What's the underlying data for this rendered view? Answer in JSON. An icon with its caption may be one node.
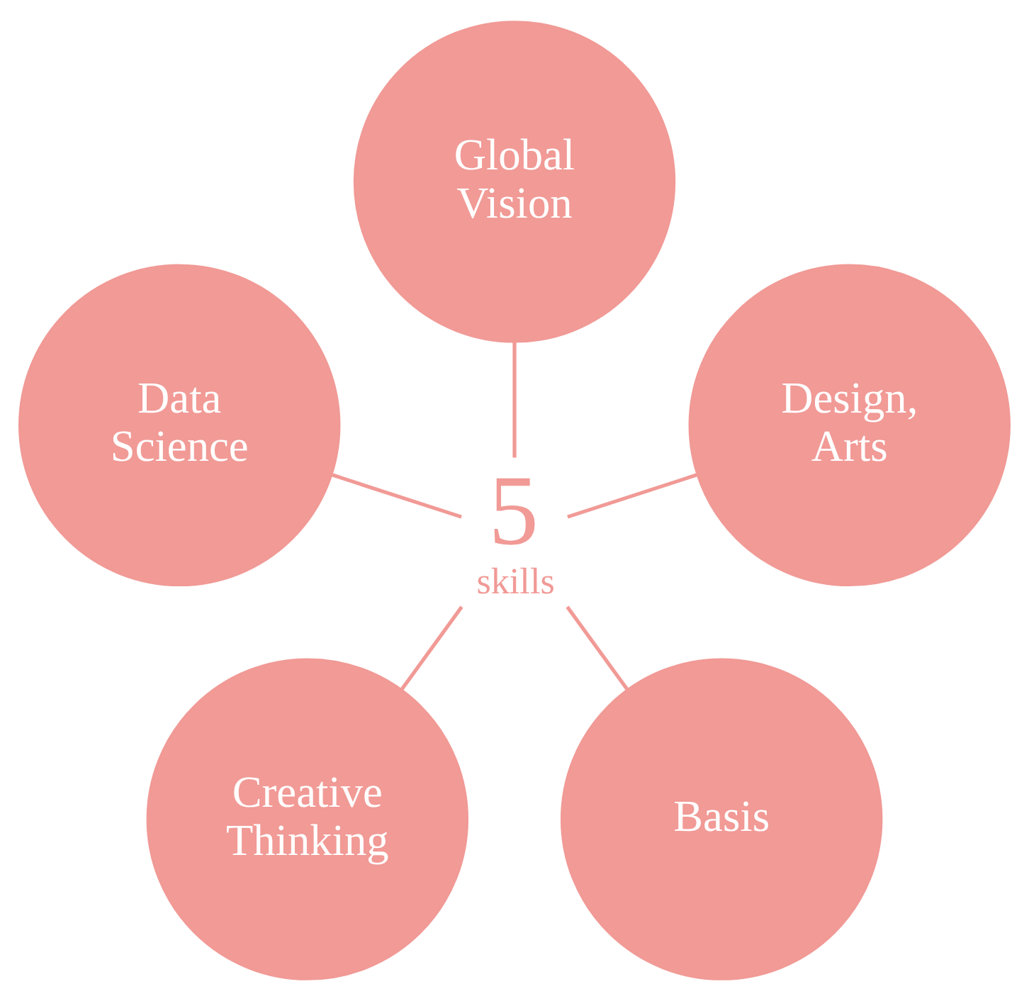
{
  "diagram": {
    "nodes": [
      {
        "text": [
          "Global Vision"
        ]
      },
      {
        "text": [
          "Data Science"
        ]
      },
      {
        "text": [
          "Design, Arts"
        ]
      },
      {
        "text": [
          "5",
          "skills"
        ]
      },
      {
        "text": [
          "Creative Thinking"
        ]
      },
      {
        "text": [
          "Basis"
        ]
      }
    ],
    "edges": [
      {
        "from": 3,
        "to": 0,
        "arrow": "none"
      },
      {
        "from": 3,
        "to": 2,
        "arrow": "none"
      },
      {
        "from": 3,
        "to": 5,
        "arrow": "none"
      },
      {
        "from": 3,
        "to": 4,
        "arrow": "none"
      },
      {
        "from": 3,
        "to": 1,
        "arrow": "none"
      }
    ]
  }
}
